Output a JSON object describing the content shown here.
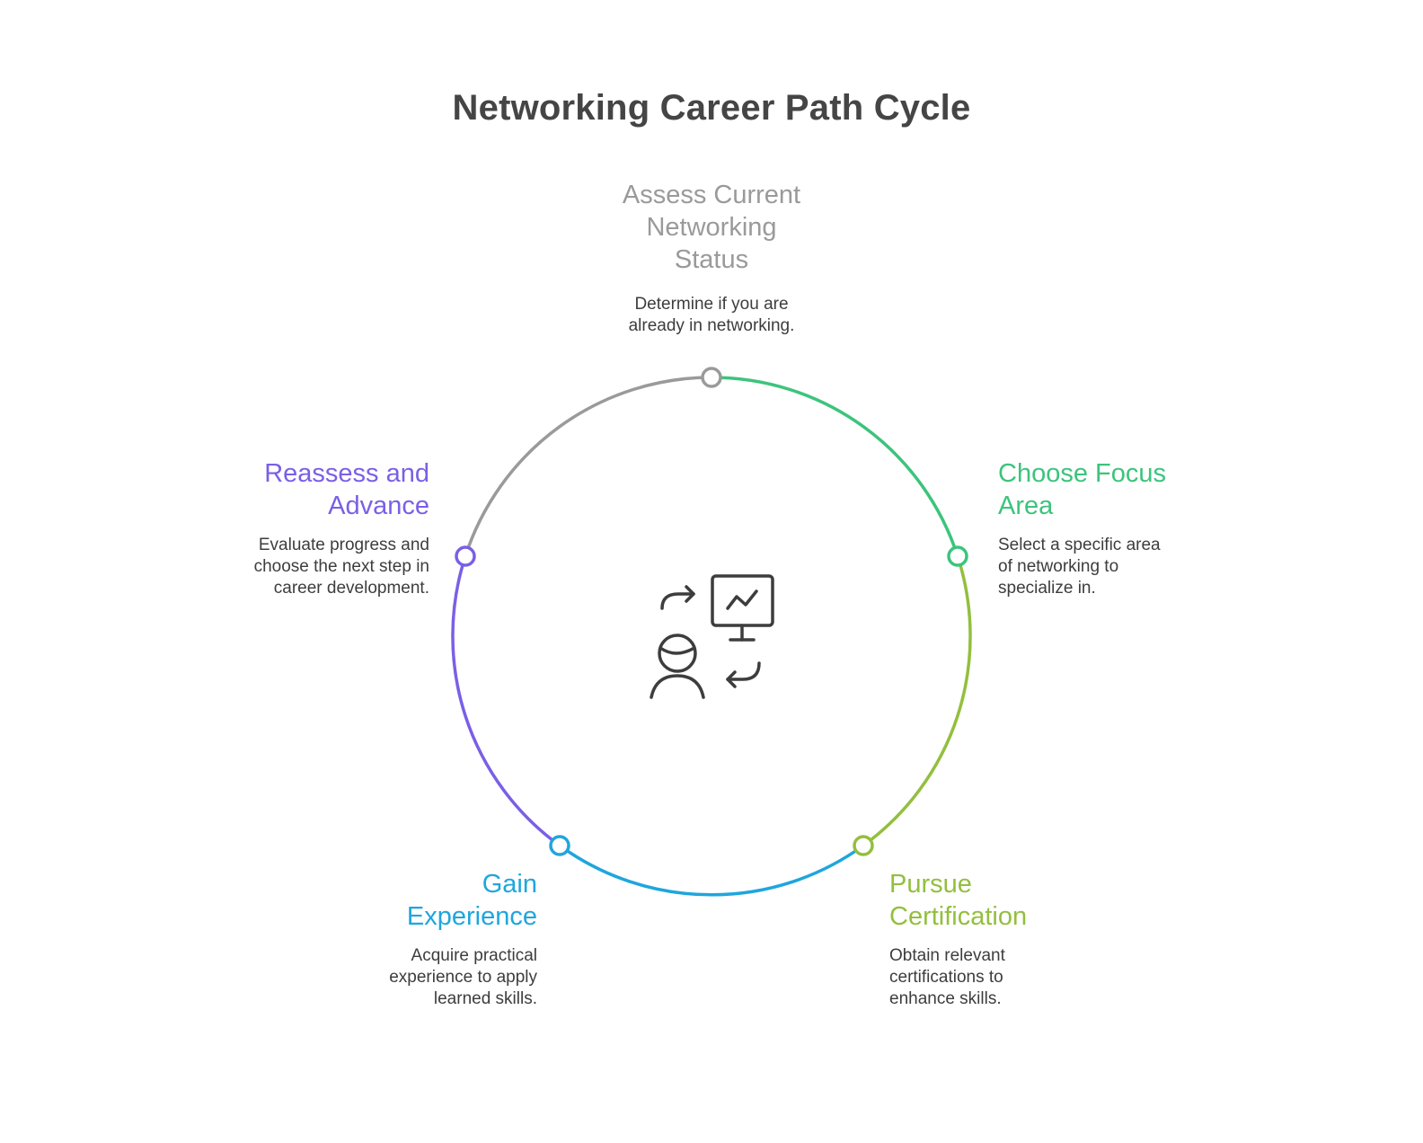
{
  "title": "Networking Career Path Cycle",
  "colors": {
    "title": "#454545",
    "description": "#3d3d3d",
    "gray": "#999999",
    "green": "#3cc47c",
    "lime": "#93bf3e",
    "blue": "#1fa6dc",
    "purple": "#7b5fe6",
    "icon": "#3d3d3d"
  },
  "steps": [
    {
      "title": "Assess Current Networking Status",
      "description": "Determine if you are already in networking.",
      "color": "#9a9a9a"
    },
    {
      "title": "Choose Focus Area",
      "description": "Select a specific area of networking to specialize in.",
      "color": "#3cc47c"
    },
    {
      "title": "Pursue Certification",
      "description": "Obtain relevant certifications to enhance skills.",
      "color": "#93bf3e"
    },
    {
      "title": "Gain Experience",
      "description": "Acquire practical experience to apply learned skills.",
      "color": "#1fa6dc"
    },
    {
      "title": "Reassess and Advance",
      "description": "Evaluate progress and choose the next step in career development.",
      "color": "#7b5fe6"
    }
  ],
  "center_icon": "person-presentation-cycle-icon"
}
